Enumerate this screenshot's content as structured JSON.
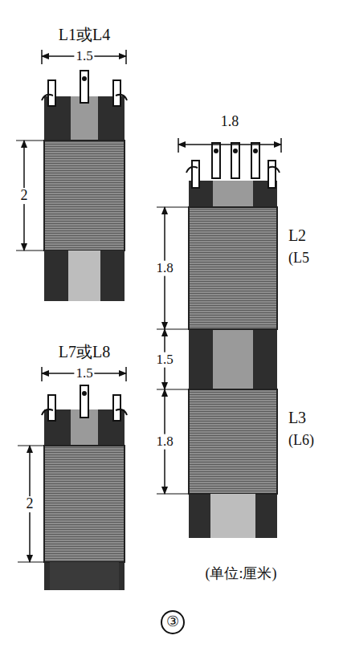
{
  "diagram": {
    "caption": "③",
    "labels": [
      "L1或L4",
      "1.5",
      "2",
      "1.8",
      "L2",
      "(L5",
      "1.8",
      "1.5",
      "L7或L8",
      "1.5",
      "L3",
      "(L6)",
      "1.8",
      "2",
      "(单位:厘米)"
    ]
  }
}
